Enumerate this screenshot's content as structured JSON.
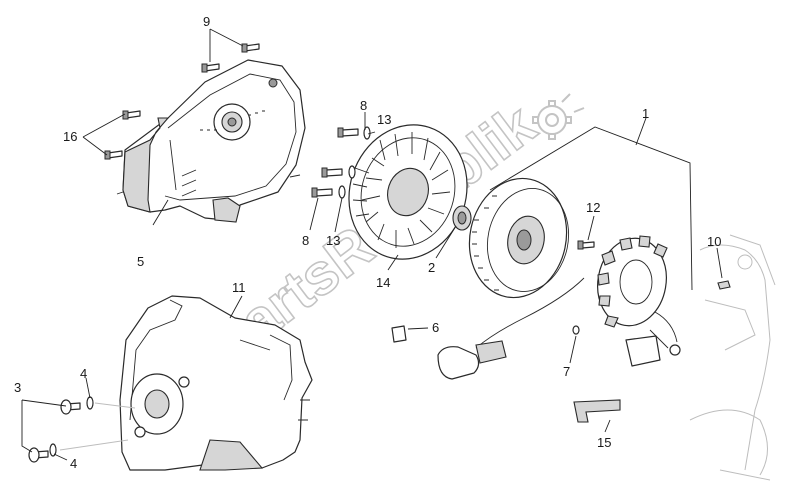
{
  "watermark": "PartsRepublik",
  "callouts": [
    {
      "id": "c1",
      "label": "1"
    },
    {
      "id": "c2",
      "label": "2"
    },
    {
      "id": "c3",
      "label": "3"
    },
    {
      "id": "c4a",
      "label": "4"
    },
    {
      "id": "c4b",
      "label": "4"
    },
    {
      "id": "c5",
      "label": "5"
    },
    {
      "id": "c6",
      "label": "6"
    },
    {
      "id": "c7",
      "label": "7"
    },
    {
      "id": "c8a",
      "label": "8"
    },
    {
      "id": "c8b",
      "label": "8"
    },
    {
      "id": "c9",
      "label": "9"
    },
    {
      "id": "c10",
      "label": "10"
    },
    {
      "id": "c11",
      "label": "11"
    },
    {
      "id": "c12",
      "label": "12"
    },
    {
      "id": "c13a",
      "label": "13"
    },
    {
      "id": "c13b",
      "label": "13"
    },
    {
      "id": "c14",
      "label": "14"
    },
    {
      "id": "c15",
      "label": "15"
    },
    {
      "id": "c16",
      "label": "16"
    }
  ]
}
